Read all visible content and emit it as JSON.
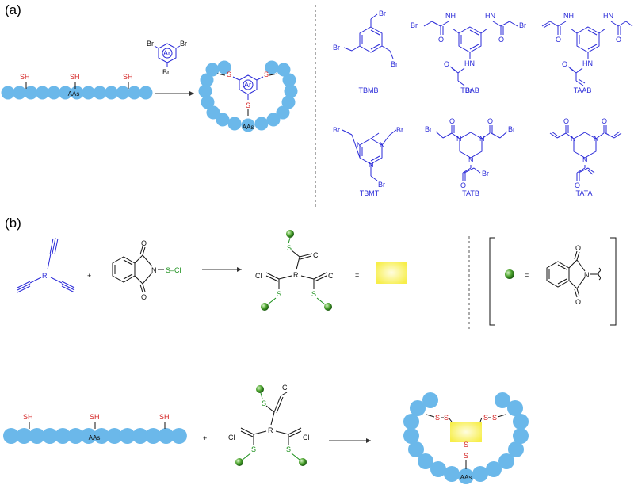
{
  "panels": {
    "a": "(a)",
    "b": "(b)"
  },
  "residue_label": "AAs",
  "atoms": {
    "sh": "SH",
    "s": "S",
    "br": "Br",
    "cl": "Cl",
    "ar": "Ar",
    "r": "R",
    "n": "N",
    "nh": "NH",
    "hn": "HN",
    "o": "O",
    "scl": "S–Cl",
    "eq": "=",
    "plus": "+"
  },
  "linkers": [
    "TBMB",
    "TBAB",
    "TAAB",
    "TBMT",
    "TATB",
    "TATA"
  ],
  "colors": {
    "bead": "#6bb8ea",
    "linker": "#2a2ad8",
    "thiol": "#d42020",
    "reagent": "#1a8f1a",
    "core": "#f7ee4a"
  }
}
